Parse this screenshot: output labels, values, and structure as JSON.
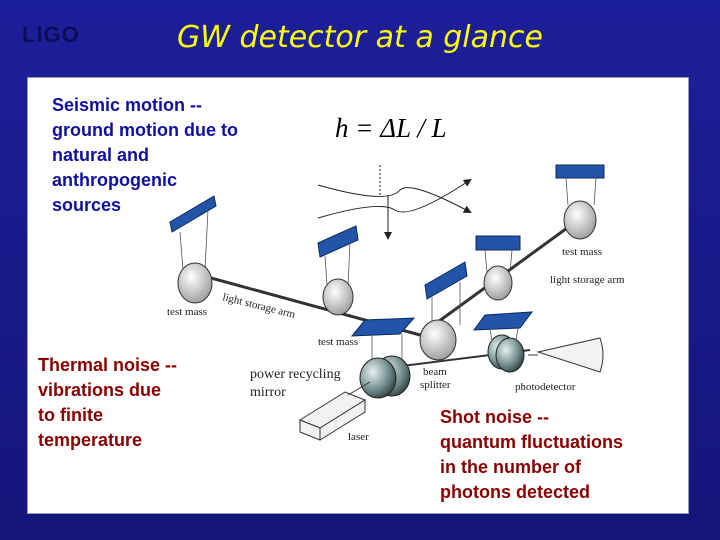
{
  "header": {
    "logo_text": "LIGO",
    "title": "GW detector at a glance"
  },
  "formula": "h = ΔL / L",
  "annotations": {
    "seismic": [
      "Seismic motion --",
      "ground motion due to",
      "natural and",
      "anthropogenic",
      "sources"
    ],
    "thermal": [
      "Thermal noise --",
      "vibrations due",
      "to finite",
      "temperature"
    ],
    "shot": [
      "Shot noise --",
      "quantum  fluctuations",
      "in the number of",
      "photons detected"
    ]
  },
  "diagram_labels": {
    "test_mass_1": "test mass",
    "test_mass_2": "test mass",
    "test_mass_3": "test mass",
    "arm_1": "light storage arm",
    "arm_2": "light storage arm",
    "power_recycling": [
      "power recycling",
      "mirror"
    ],
    "beam_splitter": [
      "beam",
      "splitter"
    ],
    "photodetector": "photodetector",
    "laser": "laser"
  },
  "colors": {
    "background": "#1a1a8c",
    "title": "#ffff00",
    "seismic_text": "#1010a0",
    "noise_text": "#8a0000",
    "pendulum_blue": "#2255aa"
  }
}
